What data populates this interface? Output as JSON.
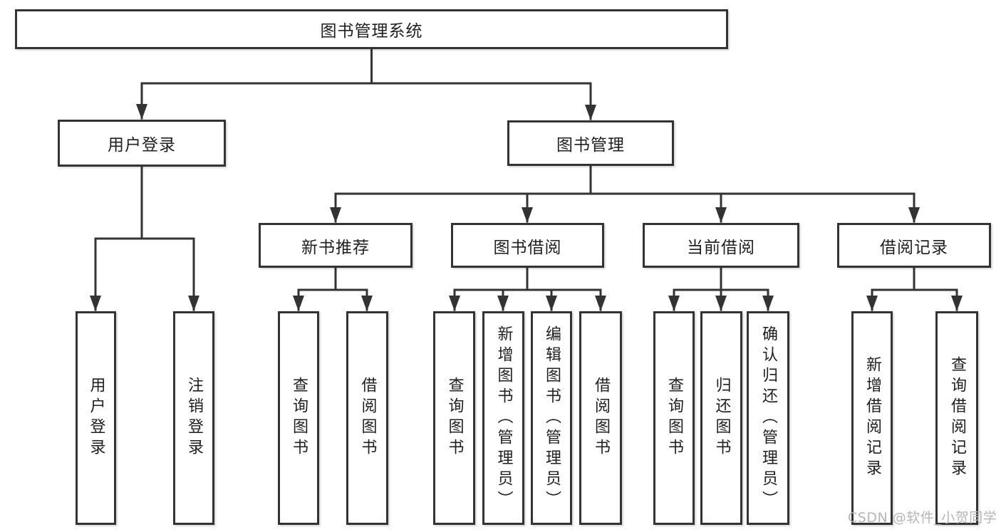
{
  "diagram": {
    "root": {
      "label": "图书管理系统",
      "children": [
        {
          "label": "用户登录",
          "children": [
            {
              "label": "用户登录"
            },
            {
              "label": "注销登录"
            }
          ]
        },
        {
          "label": "图书管理",
          "children": [
            {
              "label": "新书推荐",
              "children": [
                {
                  "label": "查询图书"
                },
                {
                  "label": "借阅图书"
                }
              ]
            },
            {
              "label": "图书借阅",
              "children": [
                {
                  "label": "查询图书"
                },
                {
                  "label": "新增图书（管理员）"
                },
                {
                  "label": "编辑图书（管理员）"
                },
                {
                  "label": "借阅图书"
                }
              ]
            },
            {
              "label": "当前借阅",
              "children": [
                {
                  "label": "查询图书"
                },
                {
                  "label": "归还图书"
                },
                {
                  "label": "确认归还（管理员）"
                }
              ]
            },
            {
              "label": "借阅记录",
              "children": [
                {
                  "label": "新增借阅记录"
                },
                {
                  "label": "查询借阅记录"
                }
              ]
            }
          ]
        }
      ]
    }
  },
  "watermark": {
    "text": "CSDN @软件_小贺同学"
  },
  "colors": {
    "line": "#333333",
    "box_border": "#333333",
    "text": "#1f1f1f",
    "watermark": "#b5b5b5",
    "background": "#ffffff"
  }
}
